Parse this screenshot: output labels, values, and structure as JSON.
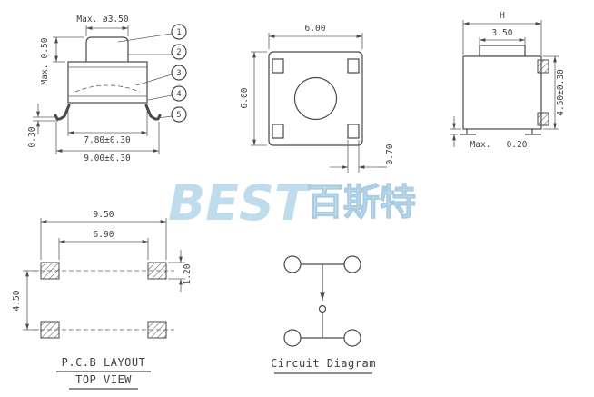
{
  "page": {
    "background": "#ffffff",
    "line_color": "#4a4a4a"
  },
  "watermark": {
    "latin": "BEST",
    "cjk": "百斯特",
    "color": "#b5d6ea"
  },
  "front_view": {
    "dim_knob_diameter": "Max. ø3.50",
    "dim_knob_height": "0.50",
    "dim_knob_height_prefix": "Max.",
    "dim_lead_thickness": "0.30",
    "dim_shoulder_width": "7.80±0.30",
    "dim_overall_width": "9.00±0.30",
    "callouts": [
      "1",
      "2",
      "3",
      "4",
      "5"
    ]
  },
  "top_view": {
    "dim_width": "6.00",
    "dim_depth": "6.00",
    "dim_terminal_width": "0.70"
  },
  "side_view": {
    "dim_height_ref": "H",
    "dim_stem_width": "3.50",
    "dim_body_height": "4.50±0.30",
    "dim_standoff": "Max.   0.20"
  },
  "pcb_layout": {
    "dim_outer_span": "9.50",
    "dim_inner_span": "6.90",
    "dim_pad_height": "1.20",
    "dim_row_pitch": "4.50",
    "title": "P.C.B LAYOUT",
    "subtitle": "TOP VIEW"
  },
  "circuit_diagram": {
    "title": "Circuit Diagram"
  }
}
